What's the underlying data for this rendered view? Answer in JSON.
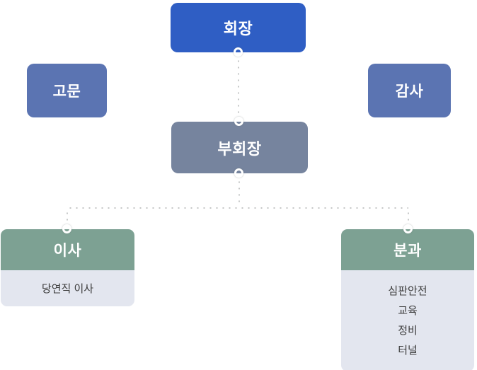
{
  "org_chart": {
    "nodes": {
      "chairman": {
        "label": "회장"
      },
      "advisor": {
        "label": "고문"
      },
      "auditor": {
        "label": "감사"
      },
      "vice_chairman": {
        "label": "부회장"
      },
      "directors": {
        "label": "이사",
        "members": [
          "당연직 이사"
        ]
      },
      "subcommittees": {
        "label": "분과",
        "members": [
          "심판안전",
          "교육",
          "정비",
          "터널"
        ]
      }
    },
    "colors": {
      "chairman_bg": "#2f5ec4",
      "advisor_auditor_bg": "#5b74b2",
      "vice_chairman_bg": "#76849e",
      "group_header_bg": "#7da193",
      "group_body_bg": "#e3e6ef",
      "connector_dot": "#c4c6c6",
      "node_text": "#ffffff",
      "member_text": "#3c3c3c"
    },
    "connector_style": "dotted-line-with-white-ring-endpoints"
  }
}
